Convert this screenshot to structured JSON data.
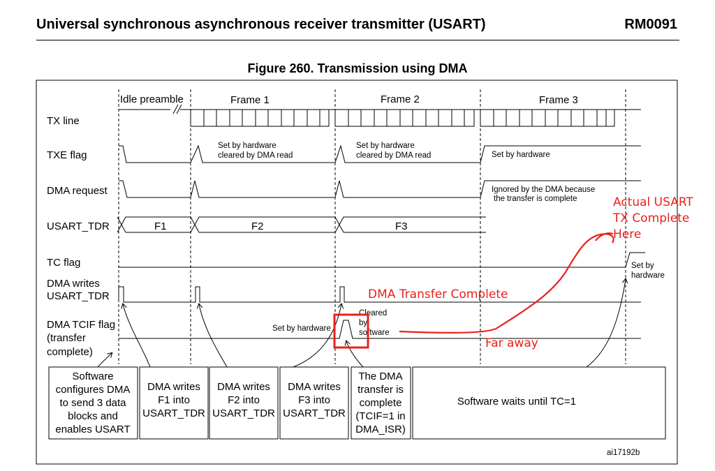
{
  "header": {
    "title": "Universal synchronous asynchronous receiver transmitter (USART)",
    "ref": "RM0091"
  },
  "figure": {
    "caption": "Figure 260. Transmission using DMA",
    "id": "ai17192b"
  },
  "timing": {
    "signals": [
      "TX line",
      "TXE flag",
      "DMA request",
      "USART_TDR",
      "TC flag",
      "DMA writes",
      "USART_TDR",
      "DMA TCIF flag",
      "(transfer",
      "complete)"
    ],
    "phases": [
      "Idle preamble",
      "Frame 1",
      "Frame 2",
      "Frame 3"
    ],
    "tdr_values": [
      "F1",
      "F2",
      "F3"
    ],
    "notes": {
      "txe_f1_a": "Set by hardware",
      "txe_f1_b": "cleared by DMA read",
      "txe_f2_a": "Set by hardware",
      "txe_f2_b": "cleared by DMA read",
      "txe_f3": "Set by hardware",
      "dma_ignored_a": "Ignored by the DMA because",
      "dma_ignored_b": "the transfer is complete",
      "tc_set_a": "Set by",
      "tc_set_b": "hardware",
      "tcif_set": "Set by hardware",
      "tcif_clear_a": "Cleared",
      "tcif_clear_b": "by",
      "tcif_clear_c": "software"
    }
  },
  "boxes": [
    [
      "Software",
      "configures DMA",
      "to send 3 data",
      "blocks and",
      "enables USART"
    ],
    [
      "DMA writes",
      "F1 into",
      "USART_TDR"
    ],
    [
      "DMA writes",
      "F2 into",
      "USART_TDR"
    ],
    [
      "DMA writes",
      "F3 into",
      "USART_TDR"
    ],
    [
      "The DMA",
      "transfer is",
      "complete",
      "(TCIF=1 in",
      "DMA_ISR)"
    ],
    [
      "Software waits until TC=1"
    ]
  ],
  "annotations": {
    "dma_transfer_complete": "DMA Transfer Complete",
    "far_away": "Far away",
    "actual_1": "Actual USART",
    "actual_2": "TX Complete",
    "actual_3": "Here",
    "color": "#e8211b"
  }
}
